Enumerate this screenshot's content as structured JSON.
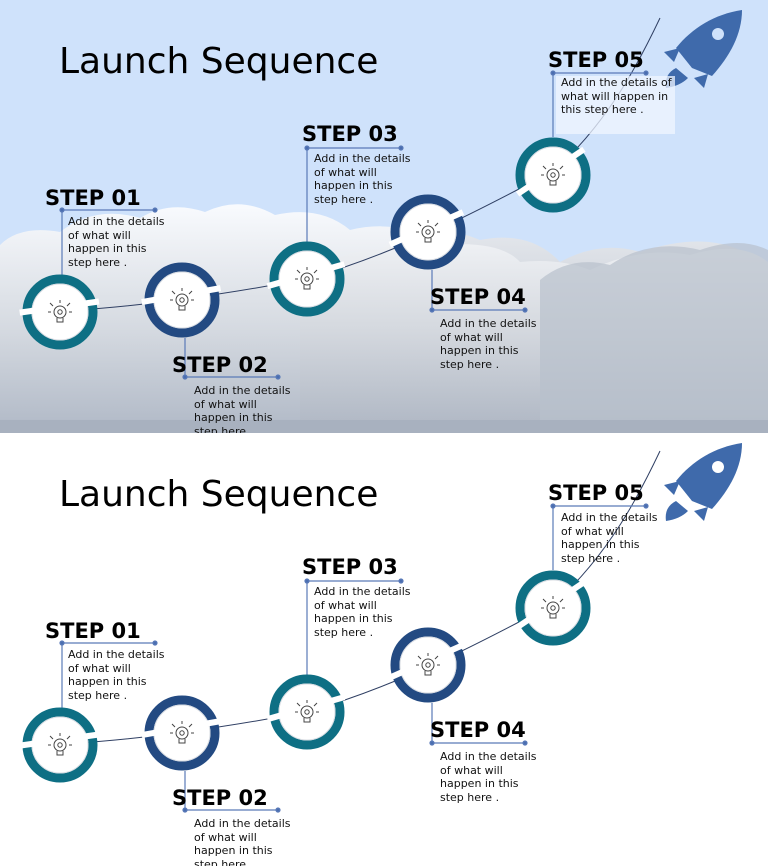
{
  "title": "Launch Sequence",
  "steps": [
    {
      "label": "STEP 01",
      "description": "Add in the details of what will happen in this step here .",
      "ring_color": "#0e6f84"
    },
    {
      "label": "STEP 02",
      "description": "Add in the details of what will happen in this step here .",
      "ring_color": "#234a82"
    },
    {
      "label": "STEP 03",
      "description": "Add in the details of what will happen in this step here .",
      "ring_color": "#0e6f84"
    },
    {
      "label": "STEP 04",
      "description": "Add in the details of what will happen in this step here .",
      "ring_color": "#234a82"
    },
    {
      "label": "STEP 05",
      "description": "Add in the details of what will happen in this step here .",
      "ring_color": "#0e6f84"
    }
  ],
  "colors": {
    "sky": "#cfe2fb",
    "rocket": "#3f6aab",
    "connector": "#5a7ab8"
  },
  "icons": {
    "step_icon": "lightbulb-gear-icon",
    "rocket": "rocket-icon"
  }
}
